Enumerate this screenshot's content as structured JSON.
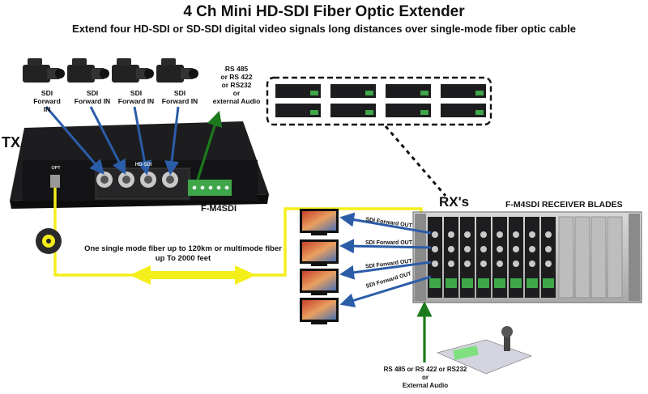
{
  "header": {
    "title": "4 Ch Mini HD-SDI Fiber Optic Extender",
    "subtitle": "Extend four HD-SDI or SD-SDI digital video signals long distances over single-mode fiber optic cable"
  },
  "transmitter": {
    "side_label": "TX",
    "model": "F-M4SDI",
    "hdsdi_label": "HD-SDI",
    "opt_label": "OPT",
    "cameras": [
      {
        "line1": "SDI",
        "line2": "Forward IN"
      },
      {
        "line1": "SDI",
        "line2": "Forward IN"
      },
      {
        "line1": "SDI",
        "line2": "Forward IN"
      },
      {
        "line1": "SDI",
        "line2": "Forward IN"
      }
    ],
    "data_label_lines": [
      "RS 485",
      "or RS 422",
      "or RS232",
      "or",
      "external Audio"
    ]
  },
  "fiber": {
    "line1": "One single mode fiber up to 120km or multimode fiber",
    "line2": "up To 2000 feet"
  },
  "receiver": {
    "side_label": "RX's",
    "title": "F-M4SDI RECEIVER BLADES",
    "outputs": [
      "SDI Forward OUT",
      "SDI Forward OUT",
      "SDI Forward OUT",
      "SDI Forward OUT"
    ],
    "data_label_lines": [
      "RS 485 or RS 422 or RS232",
      "or",
      "External Audio"
    ]
  },
  "colors": {
    "fiber": "#f4ee1a",
    "signal_arrow": "#2b5ca8",
    "data_arrow": "#1c7a1c",
    "device_body": "#1d1d1f"
  }
}
